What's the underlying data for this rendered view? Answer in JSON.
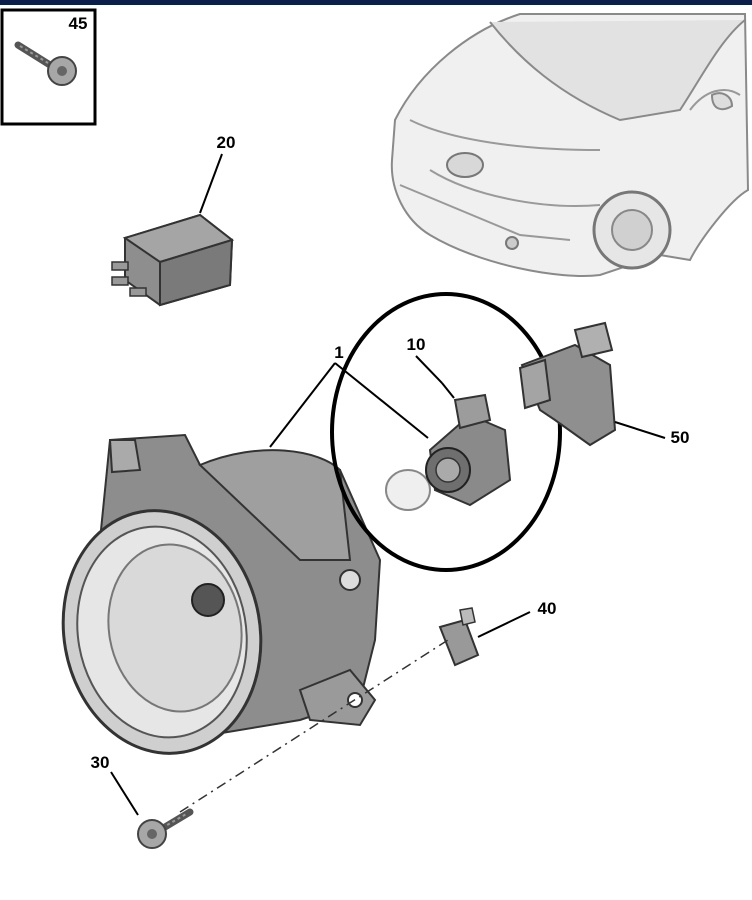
{
  "parts": [
    {
      "ref": "45",
      "name": "screw"
    },
    {
      "ref": "20",
      "name": "relay"
    },
    {
      "ref": "1",
      "name": "fog-lamp"
    },
    {
      "ref": "10",
      "name": "bulb"
    },
    {
      "ref": "50",
      "name": "connector"
    },
    {
      "ref": "40",
      "name": "clip"
    },
    {
      "ref": "30",
      "name": "screw"
    }
  ],
  "colors": {
    "top_bar": "#0b1f4a",
    "part_fill": "#9a9a9a",
    "part_dark": "#6d6d6d",
    "car_fill": "#eeeeee",
    "highlight_ring": "#000000"
  }
}
